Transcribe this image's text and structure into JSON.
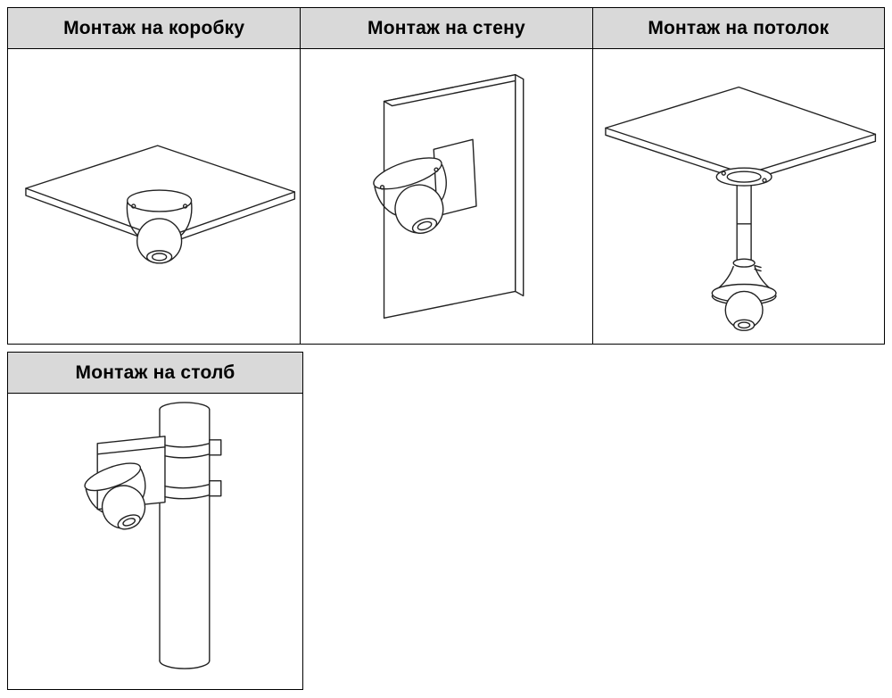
{
  "colors": {
    "background": "#ffffff",
    "header_bg": "#d9d9d9",
    "table_border": "#000000",
    "line_art": "#222222"
  },
  "cells": [
    {
      "id": "junction-box",
      "label": "Монтаж на коробку",
      "drawing": "turret-camera-under-junction-box"
    },
    {
      "id": "wall",
      "label": "Монтаж на стену",
      "drawing": "turret-camera-on-wall"
    },
    {
      "id": "ceiling",
      "label": "Монтаж на потолок",
      "drawing": "turret-camera-ceiling-pendant"
    },
    {
      "id": "pole",
      "label": "Монтаж на столб",
      "drawing": "turret-camera-pole-straps"
    }
  ]
}
